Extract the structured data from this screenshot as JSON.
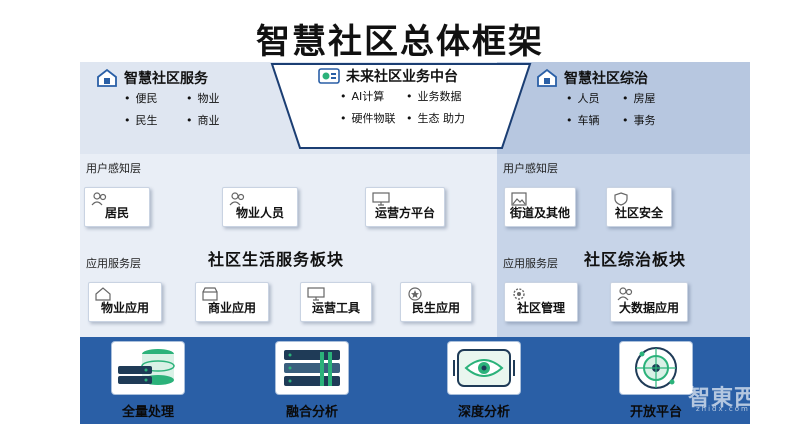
{
  "title": "智慧社区总体框架",
  "left_header": {
    "title": "智慧社区服务",
    "icon": "house-icon",
    "items": [
      "便民",
      "物业",
      "民生",
      "商业"
    ]
  },
  "center_header": {
    "title": "未来社区业务中台",
    "icon": "chart-card-icon",
    "items": [
      "AI计算",
      "业务数据",
      "硬件物联",
      "生态 助力"
    ]
  },
  "right_header": {
    "title": "智慧社区综治",
    "icon": "house-icon",
    "items": [
      "人员",
      "房屋",
      "车辆",
      "事务"
    ]
  },
  "left_block": {
    "perception_label": "用户感知层",
    "service_label": "应用服务层",
    "title": "社区生活服务板块",
    "perception_cards": [
      "居民",
      "物业人员",
      "运营方平台"
    ],
    "service_cards": [
      "物业应用",
      "商业应用",
      "运营工具",
      "民生应用"
    ]
  },
  "right_block": {
    "perception_label": "用户感知层",
    "service_label": "应用服务层",
    "title": "社区综治板块",
    "perception_cards": [
      "街道及其他",
      "社区安全"
    ],
    "service_cards": [
      "社区管理",
      "大数据应用"
    ]
  },
  "platform": {
    "items": [
      "全量处理",
      "融合分析",
      "深度分析",
      "开放平台"
    ]
  },
  "watermark": {
    "text": "智東西",
    "sub": "zhidx.com"
  },
  "colors": {
    "frame": "#e9eef6",
    "right_panel": "#c7d4e8",
    "bottom_band": "#2a5fa6",
    "accent_blue": "#2a5fa6",
    "icon_green": "#2bb27a"
  }
}
